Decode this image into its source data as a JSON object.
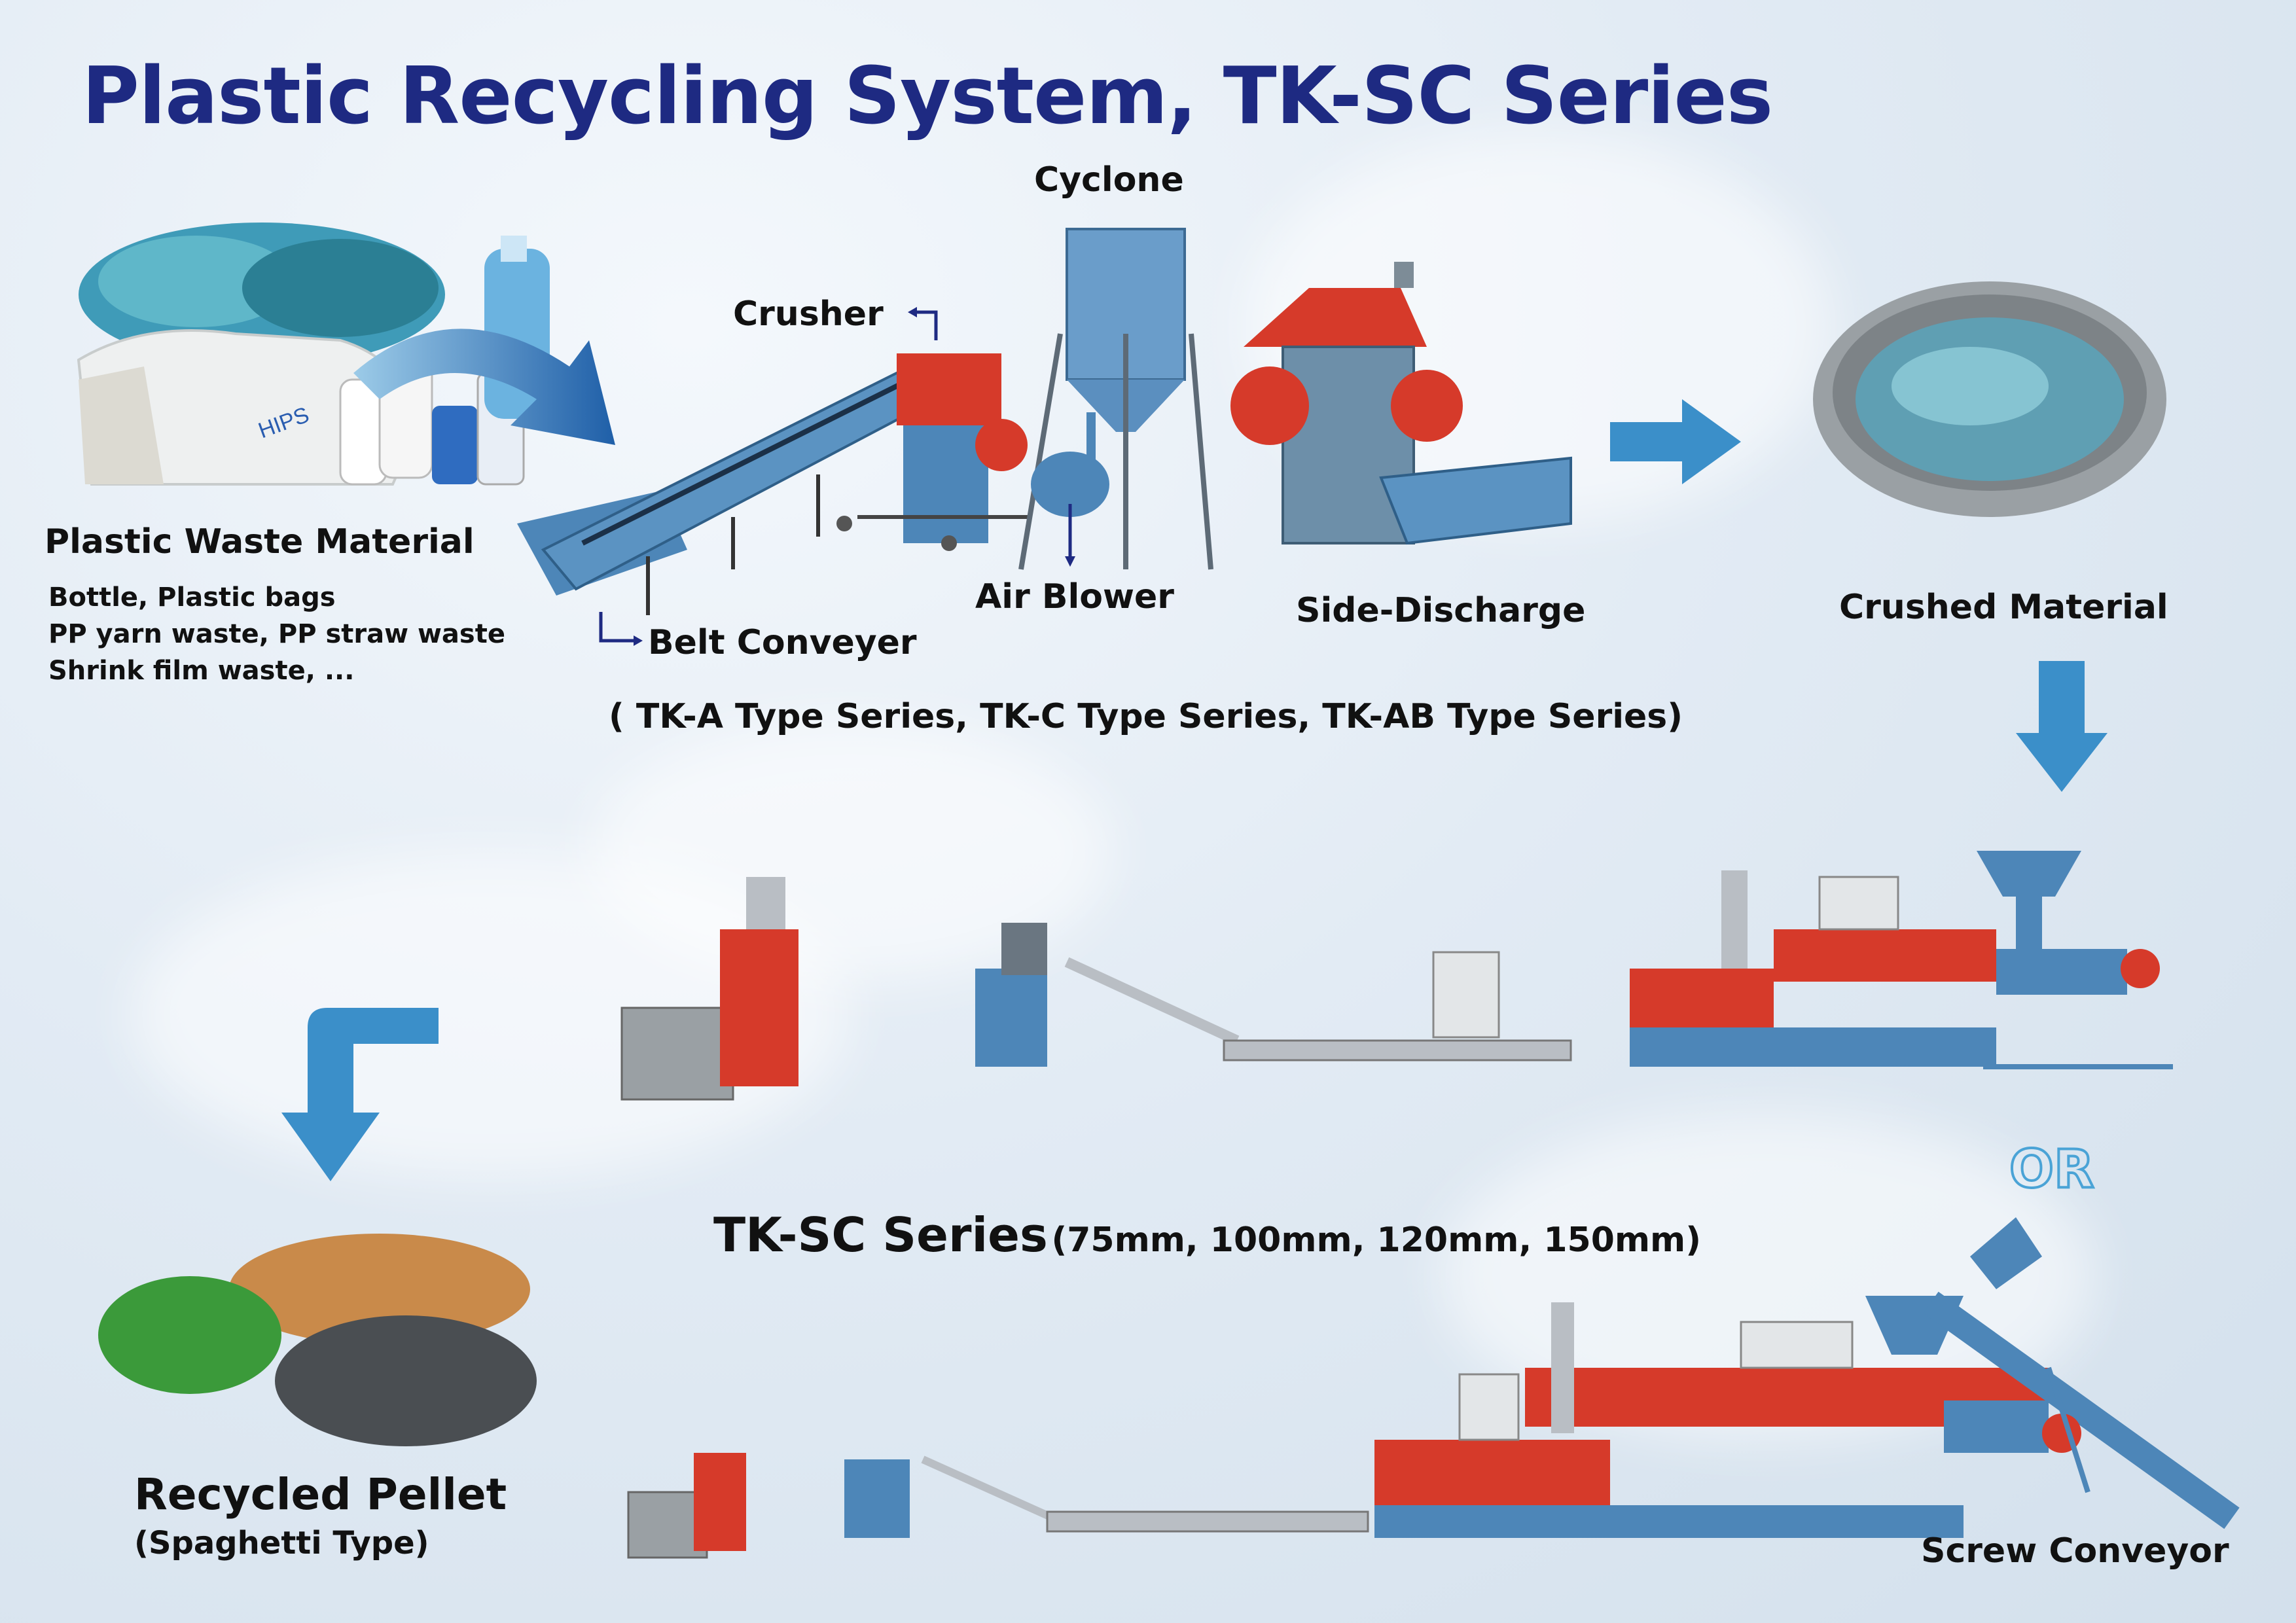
{
  "title": "Plastic Recycling System, TK-SC Series",
  "labels": {
    "cyclone": "Cyclone",
    "crusher": "Crusher",
    "plastic_waste": "Plastic Waste Material",
    "waste_details": [
      "Bottle, Plastic bags",
      "PP yarn waste, PP straw waste",
      "Shrink film waste, ..."
    ],
    "belt_conveyer": "Belt Conveyer",
    "air_blower": "Air Blower",
    "side_discharge": "Side-Discharge",
    "crushed_material": "Crushed Material",
    "type_series": "( TK-A Type Series, TK-C Type Series, TK-AB Type Series)",
    "or": "OR",
    "tksc_series": "TK-SC Series",
    "tksc_sizes": "(75mm, 100mm, 120mm, 150mm)",
    "recycled_pellet": "Recycled Pellet",
    "spaghetti_type": "(Spaghetti Type)",
    "screw_conveyor": "Screw Conveyor"
  },
  "colors": {
    "title": "#1e2a82",
    "machine_blue": "#4d86b8",
    "machine_red": "#d63a2a",
    "steel": "#b9bec4",
    "arrow": "#3b8fc9"
  },
  "icons": [
    "arrow-curved-icon",
    "arrow-right-icon",
    "arrow-down-icon",
    "arrow-elbow-icon"
  ]
}
